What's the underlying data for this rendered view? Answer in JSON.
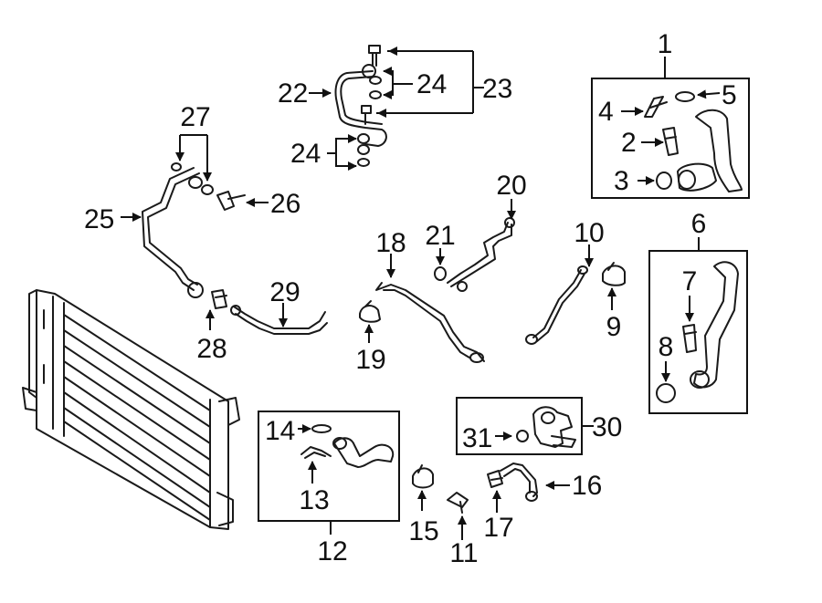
{
  "callouts": {
    "c1": "1",
    "c2": "2",
    "c3": "3",
    "c4": "4",
    "c5": "5",
    "c6": "6",
    "c7": "7",
    "c8": "8",
    "c9": "9",
    "c10": "10",
    "c11": "11",
    "c12": "12",
    "c13": "13",
    "c14": "14",
    "c15": "15",
    "c16": "16",
    "c17": "17",
    "c18": "18",
    "c19": "19",
    "c20": "20",
    "c21": "21",
    "c22": "22",
    "c23": "23",
    "c24a": "24",
    "c24b": "24",
    "c25": "25",
    "c26": "26",
    "c27": "27",
    "c28": "28",
    "c29": "29",
    "c30": "30",
    "c31": "31"
  }
}
